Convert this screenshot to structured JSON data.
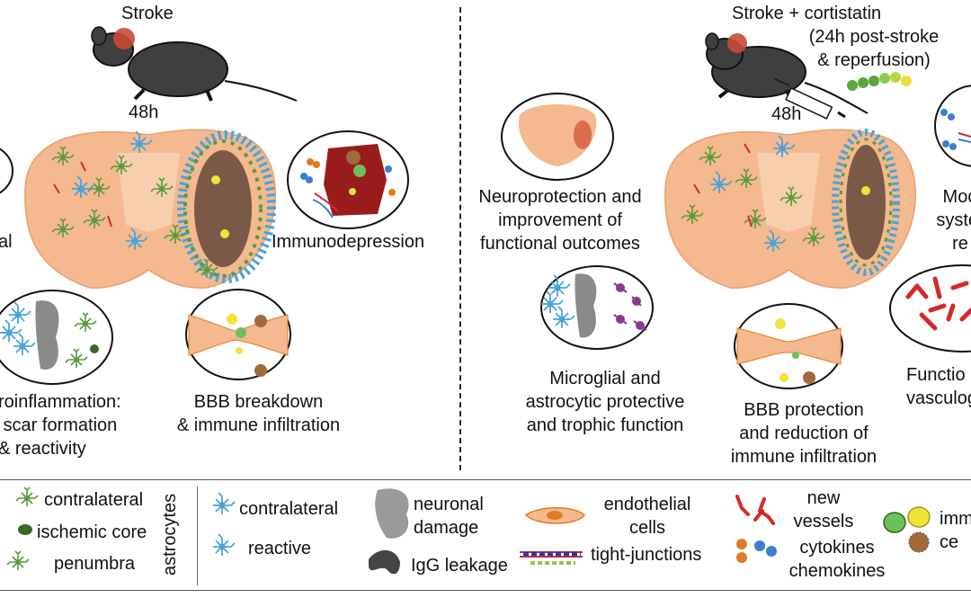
{
  "left_panel": {
    "title": "Stroke",
    "time_label": "48h",
    "bubble_labels": {
      "left_edge": "al",
      "immunodepression": "Immunodepression",
      "neuroinflammation": "roinflammation:\n scar formation\n& reactivity",
      "bbb": "BBB breakdown\n& immune infiltration"
    }
  },
  "right_panel": {
    "title": "Stroke  +  cortistatin",
    "subtitle": "(24h post-stroke\n& reperfusion)",
    "time_label": "48h",
    "bubble_labels": {
      "neuroprotection": "Neuroprotection and\nimprovement of\nfunctional outcomes",
      "glial": "Microglial and\nastrocytic protective\nand trophic function",
      "bbb": "BBB protection\nand reduction of\nimmune infiltration",
      "modulation": "Mod\nsyster\nre",
      "vasculogenesis": "Functio\nvasculoge"
    }
  },
  "legend": {
    "microglia": [
      "contralateral",
      "ischemic core",
      "penumbra"
    ],
    "astrocytes_title": "astrocytes",
    "astrocytes": [
      "contralateral",
      "reactive"
    ],
    "neuronal_damage": "neuronal\ndamage",
    "igg": "IgG leakage",
    "endothelial": "endothelial\ncells",
    "tight_junctions": "tight-junctions",
    "new_vessels": "new\nvessels",
    "cytokines": "cytokines\nchemokines",
    "immune": "imm\nce"
  },
  "colors": {
    "brain": "#f4b98e",
    "microglia": "#5a9a3a",
    "astrocyte": "#4aa3d8",
    "vessel": "#d42a2a",
    "neuron_damage": "#8a8a8a",
    "igg": "#4a4a4a",
    "cytokine_orange": "#e07b22",
    "cytokine_blue": "#3a7fd0",
    "immune_green": "#6cc05a",
    "immune_yellow": "#f2e23a"
  }
}
